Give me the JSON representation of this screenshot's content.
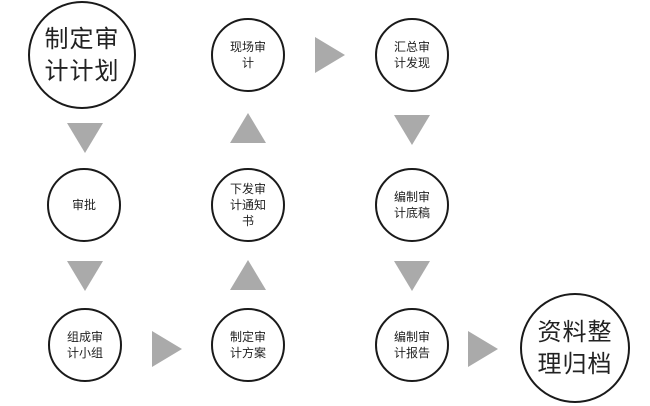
{
  "nodes": {
    "plan": {
      "label": "制定审\n计计划"
    },
    "approve": {
      "label": "审批"
    },
    "team": {
      "label": "组成审\n计小组"
    },
    "scheme": {
      "label": "制定审\n计方案"
    },
    "notice": {
      "label": "下发审\n计通知\n书"
    },
    "onsite": {
      "label": "现场审\n计"
    },
    "summary": {
      "label": "汇总审\n计发现"
    },
    "draft": {
      "label": "编制审\n计底稿"
    },
    "report": {
      "label": "编制审\n计报告"
    },
    "archive": {
      "label": "资料整\n理归档"
    }
  },
  "colors": {
    "arrow": "#aaaaaa",
    "border": "#1a1a1a"
  }
}
